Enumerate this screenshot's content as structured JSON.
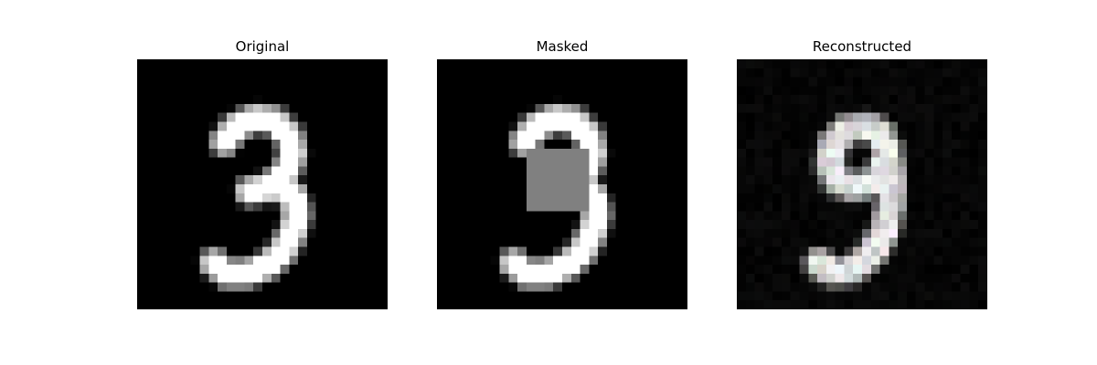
{
  "figure": {
    "panels": [
      {
        "key": "original",
        "title": "Original",
        "shows": "handwritten digit 3"
      },
      {
        "key": "masked",
        "title": "Masked",
        "shows": "handwritten digit 3 with a gray square occluding its middle"
      },
      {
        "key": "reconstructed",
        "title": "Reconstructed",
        "shows": "noisy reconstruction resembling the digit 9"
      }
    ],
    "colors": {
      "background": "#000000",
      "stroke": "#ffffff",
      "mask": "#808080"
    }
  }
}
